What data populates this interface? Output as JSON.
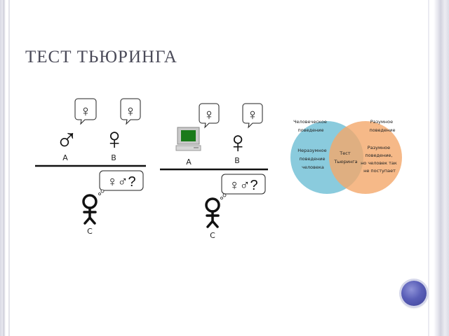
{
  "slide": {
    "title": "ТЕСТ ТЬЮРИНГА"
  },
  "scene_left": {
    "label_a": "A",
    "label_b": "B",
    "label_c": "C",
    "bubble_a": "♀",
    "bubble_b": "♀",
    "person_a_symbol": "♂",
    "person_b_symbol": "♀",
    "question_bubble": "♀♂?"
  },
  "scene_right": {
    "label_a": "A",
    "label_b": "B",
    "label_c": "C",
    "bubble_a": "♀",
    "bubble_b": "♀",
    "person_b_symbol": "♀",
    "question_bubble": "♀♂?"
  },
  "venn": {
    "left_top_label": [
      "Человеческое",
      "поведение"
    ],
    "right_top_label": [
      "Разумное",
      "поведение"
    ],
    "left_inner": [
      "Неразумное",
      "поведение",
      "человека"
    ],
    "center": [
      "Тест",
      "Тьюринга"
    ],
    "right_inner": [
      "Разумное",
      "поведение,",
      "но человек так",
      "не поступает"
    ],
    "colors": {
      "left_circle": "#7dc5d9",
      "right_circle": "#f4a86a"
    }
  }
}
